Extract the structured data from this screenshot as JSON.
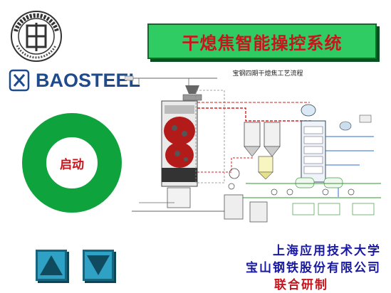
{
  "header": {
    "title": "干熄焦智能操控系统"
  },
  "brand": {
    "name": "BAOSTEEL",
    "color": "#1e4b8c",
    "university_logo": "university-seal-icon"
  },
  "start": {
    "label": "启动",
    "ring_color": "#0ea33c"
  },
  "diagram": {
    "title": "宝钢四期干熄焦工艺流程"
  },
  "collaboration": {
    "line1": "上海应用技术大学",
    "line2": "宝山钢铁股份有限公司",
    "line3": "联合研制"
  },
  "nav": {
    "up_icon": "triangle-up-icon",
    "down_icon": "triangle-down-icon"
  },
  "colors": {
    "accent_green": "#2fcc63",
    "title_red": "#c8141c",
    "button_blue": "#2fa1c5"
  }
}
